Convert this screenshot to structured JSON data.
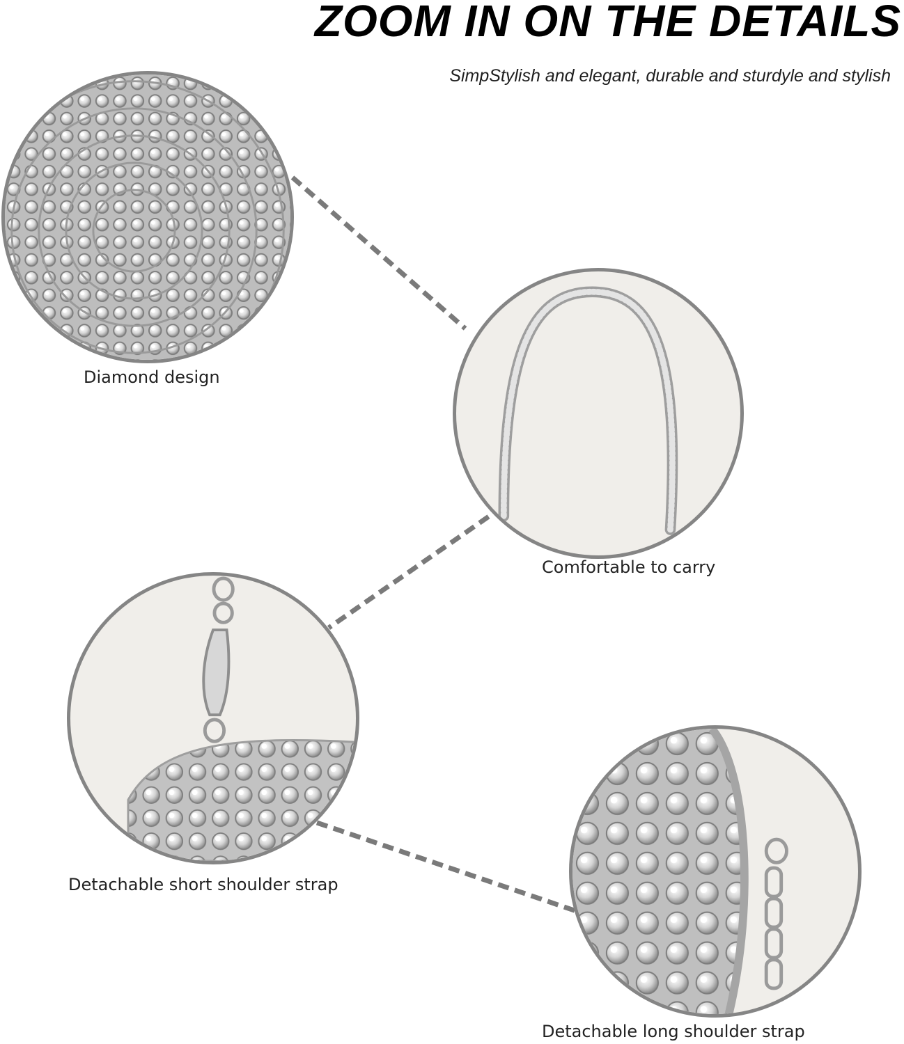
{
  "header": {
    "title": "ZOOM IN ON THE DETAILS",
    "subtitle": "SimpStylish and elegant, durable and sturdyle and stylish"
  },
  "details": [
    {
      "caption": "Diamond design"
    },
    {
      "caption": "Comfortable to carry"
    },
    {
      "caption": "Detachable short shoulder strap"
    },
    {
      "caption": "Detachable long shoulder strap"
    }
  ],
  "colors": {
    "background": "#ffffff",
    "circle_border": "#858585",
    "circle_fill": "#f0eeea",
    "connector": "#7a7a7a",
    "rhinestone_silver": "#c9c9c9"
  }
}
